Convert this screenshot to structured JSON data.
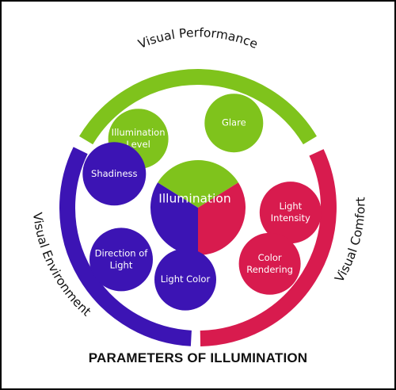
{
  "caption": "PARAMETERS OF ILLUMINATION",
  "center": {
    "label": "Illumination"
  },
  "arcs": [
    {
      "label": "Visual Performance",
      "color": "#7fc31c"
    },
    {
      "label": "Visual Comfort",
      "color": "#d81b4e"
    },
    {
      "label": "Visual Environment",
      "color": "#3c14b4"
    }
  ],
  "nodes": [
    {
      "label": [
        "Illumination",
        "Level"
      ],
      "group": "Visual Performance",
      "color": "#7fc31c"
    },
    {
      "label": [
        "Glare"
      ],
      "group": "Visual Performance",
      "color": "#7fc31c"
    },
    {
      "label": [
        "Light",
        "Intensity"
      ],
      "group": "Visual Comfort",
      "color": "#d81b4e"
    },
    {
      "label": [
        "Color",
        "Rendering"
      ],
      "group": "Visual Comfort",
      "color": "#d81b4e"
    },
    {
      "label": [
        "Light Color"
      ],
      "group": "Visual Environment",
      "color": "#3c14b4"
    },
    {
      "label": [
        "Direction of",
        "Light"
      ],
      "group": "Visual Environment",
      "color": "#3c14b4"
    },
    {
      "label": [
        "Shadiness"
      ],
      "group": "Visual Environment",
      "color": "#3c14b4"
    }
  ]
}
